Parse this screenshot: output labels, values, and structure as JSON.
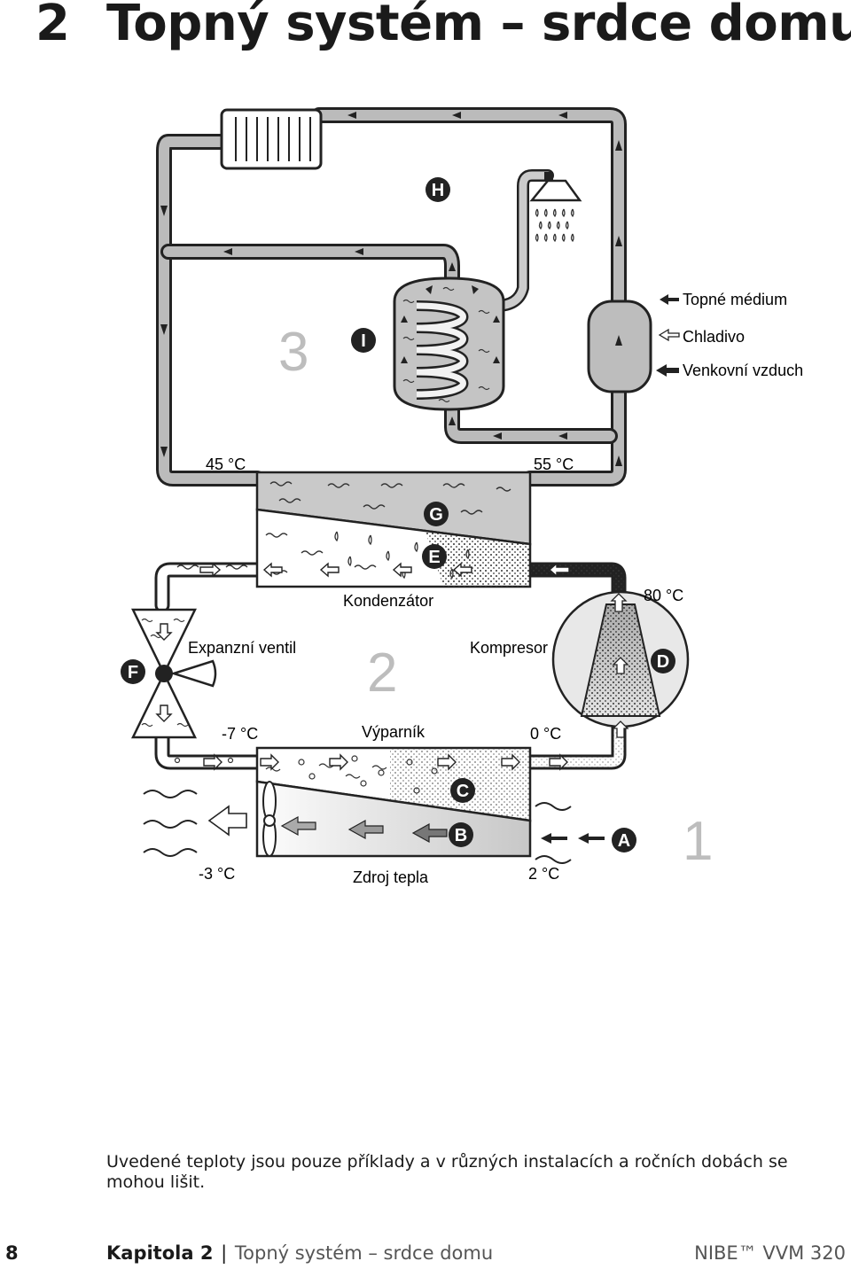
{
  "header": {
    "chapter_number": "2",
    "title": "Topný systém – srdce domu"
  },
  "diagram": {
    "markers": {
      "A": "A",
      "B": "B",
      "C": "C",
      "D": "D",
      "E": "E",
      "F": "F",
      "G": "G",
      "H": "H",
      "I": "I"
    },
    "section_numbers": {
      "one": "1",
      "two": "2",
      "three": "3"
    },
    "legend": {
      "heating_medium": "Topné médium",
      "refrigerant": "Chladivo",
      "outdoor_air": "Venkovní vzduch"
    },
    "labels": {
      "condenser": "Kondenzátor",
      "expansion_valve": "Expanzní ventil",
      "compressor": "Kompresor",
      "evaporator": "Výparník",
      "heat_source": "Zdroj tepla"
    },
    "temperatures": {
      "t45": "45 °C",
      "t55": "55 °C",
      "t80": "80 °C",
      "tm7": "-7 °C",
      "t0": "0 °C",
      "tm3": "-3 °C",
      "t2": "2 °C"
    }
  },
  "note": "Uvedené teploty jsou pouze příklady a v různých instalacích a ročních dobách se mohou lišit.",
  "footer": {
    "page_number": "8",
    "chapter_label": "Kapitola 2",
    "separator": "|",
    "chapter_title": "Topný systém – srdce domu",
    "product": "NIBE™ VVM 320"
  }
}
